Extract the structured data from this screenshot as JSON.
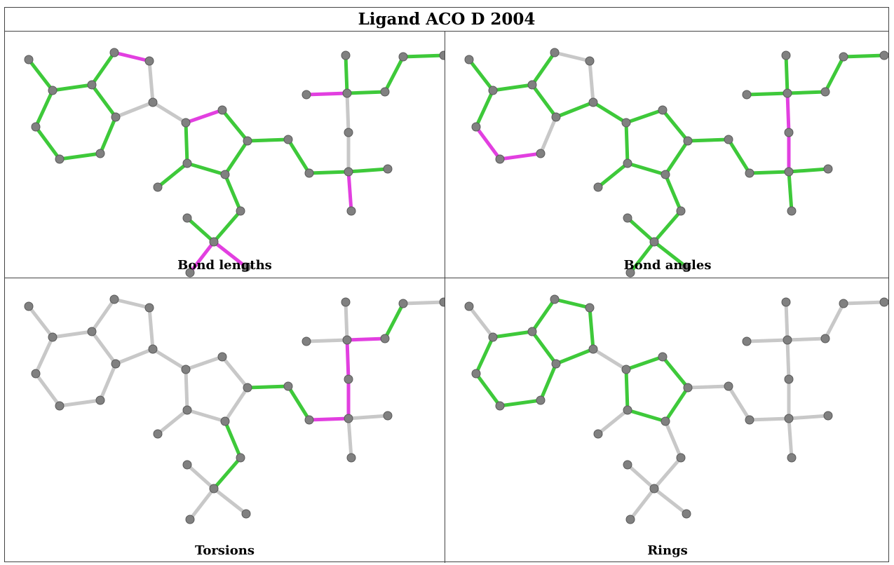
{
  "title": "Ligand ACO D 2004",
  "panels": [
    {
      "caption": "Bond lengths"
    },
    {
      "caption": "Bond angles"
    },
    {
      "caption": "Torsions"
    },
    {
      "caption": "Rings"
    }
  ],
  "colors": {
    "ok_bond": "#3ec93a",
    "outlier_bond": "#e23fe0",
    "neutral_bond": "#c8c8c8",
    "atom": "#808080"
  }
}
